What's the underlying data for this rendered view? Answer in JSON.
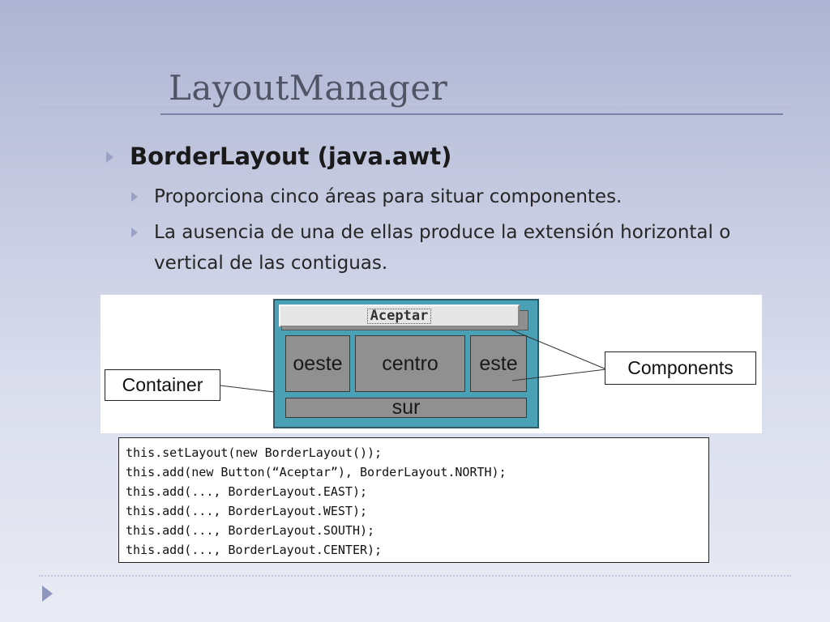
{
  "slide": {
    "title": "LayoutManager",
    "heading": "BorderLayout (java.awt)",
    "bullets": [
      "Proporciona cinco áreas para situar componentes.",
      "La ausencia de una de ellas produce la extensión horizontal o vertical de las contiguas."
    ]
  },
  "diagram": {
    "north_button": "Aceptar",
    "west": "oeste",
    "center": "centro",
    "east": "este",
    "south": "sur",
    "container_label": "Container",
    "components_label": "Components"
  },
  "code": {
    "lines": [
      "this.setLayout(new BorderLayout());",
      "this.add(new Button(“Aceptar”), BorderLayout.NORTH);",
      "this.add(..., BorderLayout.EAST);",
      "this.add(..., BorderLayout.WEST);",
      "this.add(..., BorderLayout.SOUTH);",
      "this.add(..., BorderLayout.CENTER);"
    ]
  },
  "colors": {
    "frame": "#4aa0b4",
    "region": "#909090",
    "bullet": "#9aa1c4",
    "title": "#505566"
  },
  "icons": {
    "bullet": "triangle-bullet-icon",
    "nav": "next-slide-arrow-icon"
  }
}
